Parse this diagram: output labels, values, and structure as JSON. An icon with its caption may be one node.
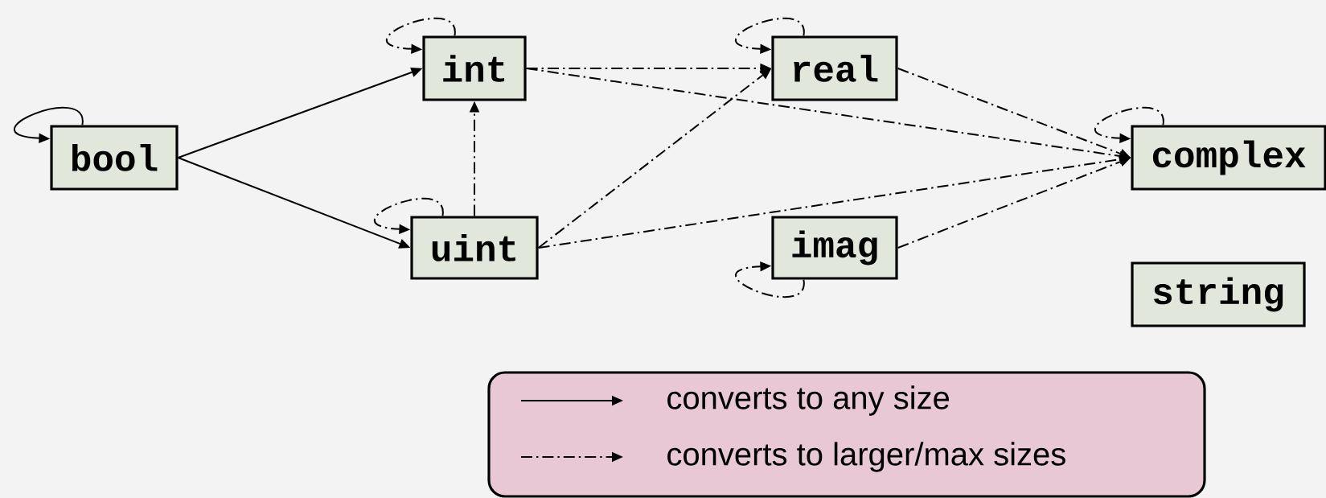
{
  "diagram": {
    "nodes": [
      {
        "text": [
          "bool"
        ]
      },
      {
        "text": [
          "int"
        ]
      },
      {
        "text": [
          "uint"
        ]
      },
      {
        "text": [
          "real"
        ]
      },
      {
        "text": [
          "complex"
        ]
      },
      {
        "text": [
          "imag"
        ]
      },
      {
        "text": [
          "string"
        ]
      }
    ],
    "edges": [
      {
        "from": 0,
        "to": 0,
        "arrow": "to"
      },
      {
        "from": 0,
        "to": 1,
        "arrow": "to"
      },
      {
        "from": 0,
        "to": 2,
        "arrow": "to"
      },
      {
        "from": 1,
        "to": 1,
        "arrow": "to",
        "style": "dashed"
      },
      {
        "from": 2,
        "to": 2,
        "arrow": "to",
        "style": "dashed"
      },
      {
        "from": 2,
        "to": 1,
        "arrow": "to",
        "style": "dashed"
      },
      {
        "from": 3,
        "to": 3,
        "arrow": "to",
        "style": "dashed"
      },
      {
        "from": 1,
        "to": 3,
        "arrow": "to",
        "style": "dashed"
      },
      {
        "from": 1,
        "to": 4,
        "arrow": "to",
        "style": "dashed"
      },
      {
        "from": 2,
        "to": 3,
        "arrow": "to",
        "style": "dashed"
      },
      {
        "from": 2,
        "to": 4,
        "arrow": "to",
        "style": "dashed"
      },
      {
        "from": 4,
        "to": 4,
        "arrow": "to",
        "style": "dashed"
      },
      {
        "from": 3,
        "to": 4,
        "arrow": "to",
        "style": "dashed"
      },
      {
        "from": 5,
        "to": 5,
        "arrow": "to",
        "style": "dashed"
      },
      {
        "from": 5,
        "to": 4,
        "arrow": "to",
        "style": "dashed"
      }
    ],
    "legend": [
      {
        "text": "converts to any size"
      },
      {
        "text": "converts to larger/max sizes"
      }
    ]
  }
}
